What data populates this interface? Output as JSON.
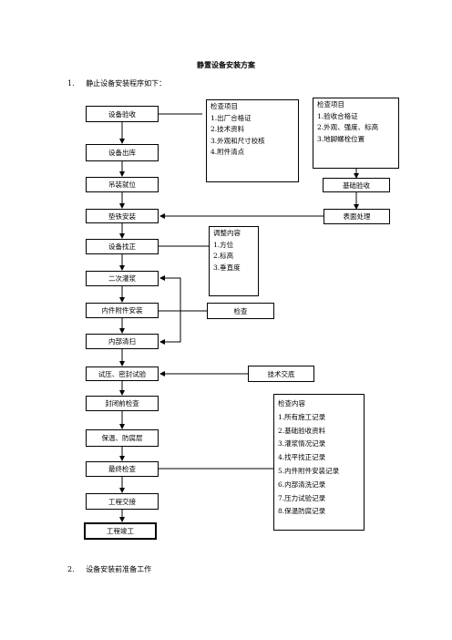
{
  "title": "静置设备安装方案",
  "section1": {
    "num": "1.",
    "text": "静止设备安装程序如下："
  },
  "section2": {
    "num": "2.",
    "text": "设备安装前准备工作"
  },
  "flow": {
    "steps": [
      "设备验收",
      "设备出库",
      "吊装就位",
      "垫铁安装",
      "设备找正",
      "二次灌浆",
      "内件附件安装",
      "内部清扫",
      "试压、密封试验",
      "封闭前检查",
      "保温、防腐层",
      "最终检查",
      "工程交接",
      "工程竣工"
    ],
    "right_boxes": {
      "foundation_acceptance": "基础验收",
      "surface_treatment": "表面处理",
      "inspection": "检查",
      "tech_briefing": "技术交底"
    }
  },
  "notes": {
    "equipment_check": {
      "title": "检查项目",
      "items": [
        "1.出厂合格证",
        "2.技术资料",
        "3.外观和尺寸校核",
        "4.附件清点"
      ]
    },
    "foundation_check": {
      "title": "检查项目",
      "items": [
        "1.验收合格证",
        "2.外观、强度、标高",
        "3.地脚螺栓位置"
      ]
    },
    "adjustment": {
      "title": "调整内容",
      "items": [
        "1.方位",
        "2.标高",
        "3.垂直度"
      ]
    },
    "final_check": {
      "title": "检查内容",
      "items": [
        "1.所有施工记录",
        "2.基础验收资料",
        "3.灌浆情况记录",
        "4.找平找正记录",
        "5.内件附件安装记录",
        "6.内部清洗记录",
        "7.压力试验记录",
        "8.保温防腐记录"
      ]
    }
  }
}
